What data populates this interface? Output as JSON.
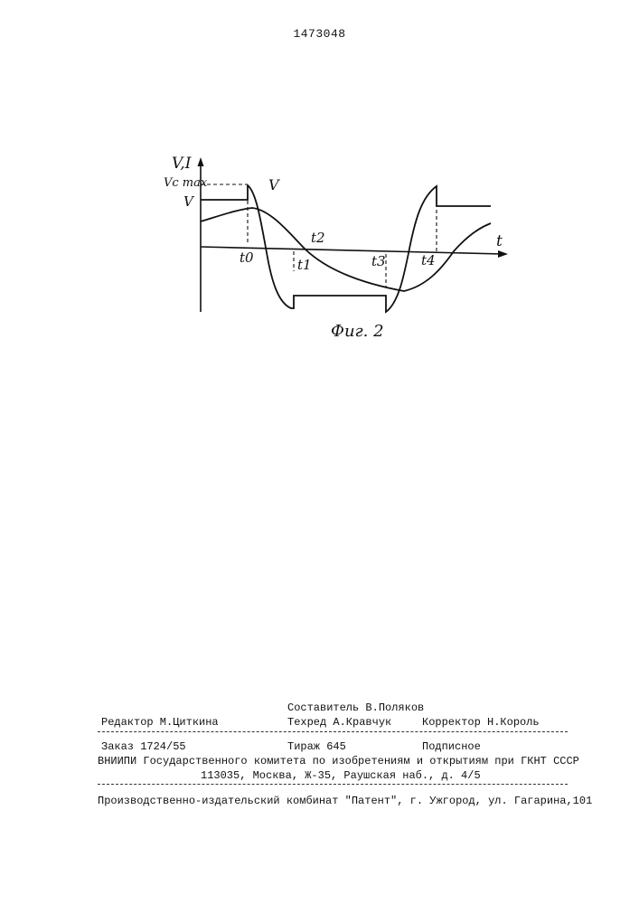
{
  "header": {
    "patent_number": "1473048"
  },
  "figure": {
    "caption": "Фиг. 2",
    "y_axis_label": "V,I",
    "x_axis_label": "t",
    "level_labels": {
      "vc_max": "Vc max",
      "v_level": "V"
    },
    "curve_label": "V",
    "time_marks": [
      "t0",
      "t1",
      "t2",
      "t3",
      "t4"
    ],
    "waveforms": [
      "voltage",
      "current"
    ],
    "line_color": "#111111"
  },
  "imprint": {
    "compiler": "Составитель В.Поляков",
    "editor": "Редактор М.Циткина",
    "techred": "Техред А.Кравчук",
    "corrector": "Корректор  Н.Король",
    "order": "Заказ 1724/55",
    "circulation": "Тираж 645",
    "subscription": "Подписное",
    "vniipi": "ВНИИПИ Государственного комитета по изобретениям и открытиям при ГКНТ СССР",
    "address": "113035, Москва, Ж-35, Раушская наб., д. 4/5",
    "publisher": "Производственно-издательский комбинат \"Патент\", г. Ужгород, ул. Гагарина,101"
  }
}
